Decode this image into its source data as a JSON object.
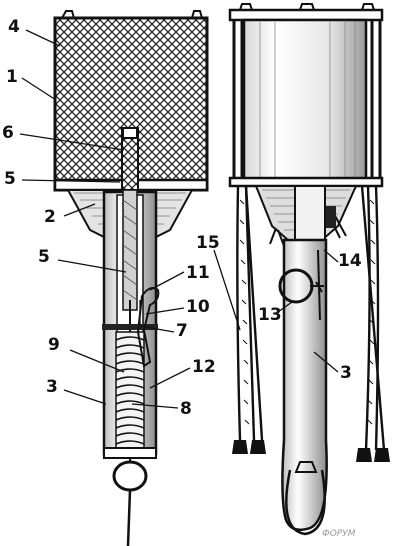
{
  "labels": [
    {
      "id": "label-4",
      "text": "4"
    },
    {
      "id": "label-1",
      "text": "1"
    },
    {
      "id": "label-6",
      "text": "6"
    },
    {
      "id": "label-5a",
      "text": "5"
    },
    {
      "id": "label-2",
      "text": "2"
    },
    {
      "id": "label-5b",
      "text": "5"
    },
    {
      "id": "label-11",
      "text": "11"
    },
    {
      "id": "label-10",
      "text": "10"
    },
    {
      "id": "label-7",
      "text": "7"
    },
    {
      "id": "label-9",
      "text": "9"
    },
    {
      "id": "label-12",
      "text": "12"
    },
    {
      "id": "label-3a",
      "text": "3"
    },
    {
      "id": "label-8",
      "text": "8"
    },
    {
      "id": "label-15",
      "text": "15"
    },
    {
      "id": "label-14",
      "text": "14"
    },
    {
      "id": "label-13",
      "text": "13"
    },
    {
      "id": "label-3b",
      "text": "3"
    }
  ],
  "watermark": "ФОРУМ"
}
